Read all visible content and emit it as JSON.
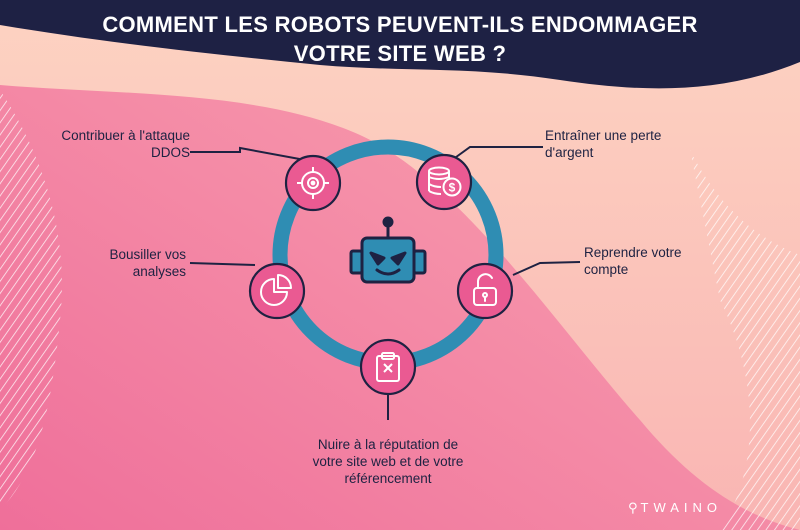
{
  "title": {
    "line1": "COMMENT LES ROBOTS PEUVENT-ILS ENDOMMAGER",
    "line2": "VOTRE SITE WEB ?"
  },
  "center_icon": "robot-face-icon",
  "items": [
    {
      "label_lines": [
        "Contribuer à l'attaque",
        "DDOS"
      ],
      "icon": "target-crosshair-icon"
    },
    {
      "label_lines": [
        "Entraîner une perte",
        "d'argent"
      ],
      "icon": "coins-dollar-icon"
    },
    {
      "label_lines": [
        "Bousiller vos",
        "analyses"
      ],
      "icon": "pie-chart-icon"
    },
    {
      "label_lines": [
        "Reprendre votre",
        "compte"
      ],
      "icon": "unlocked-padlock-icon"
    },
    {
      "label_lines": [
        "Nuire à la réputation de",
        "votre site web et de votre",
        "référencement"
      ],
      "icon": "clipboard-x-icon"
    }
  ],
  "brand": {
    "mark": "⚲",
    "name": "TWAINO"
  },
  "colors": {
    "header_navy": "#1e2144",
    "ring_blue": "#2f8db3",
    "node_pink": "#ea5a92",
    "node_outline": "#1e2242",
    "label_text": "#1e2242",
    "bg_pink": "#f07fa5",
    "bg_peach": "#fbc6b7"
  }
}
